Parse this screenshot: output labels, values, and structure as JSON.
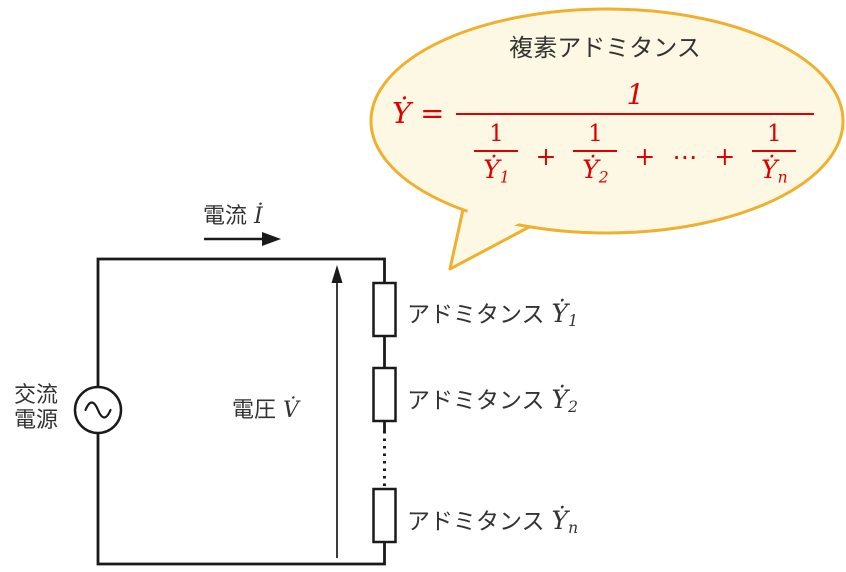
{
  "colors": {
    "line": "#1a1a1a",
    "text": "#333333",
    "formula_red": "#dd0000",
    "bubble_fill": "#fdf8e3",
    "bubble_border": "#f0b02f"
  },
  "source": {
    "line1": "交流",
    "line2": "電源"
  },
  "current": {
    "label": "電流",
    "symbol": "İ"
  },
  "voltage": {
    "label": "電圧",
    "symbol": "V̇"
  },
  "admittances": [
    {
      "label": "アドミタンス",
      "symbol": "Ẏ",
      "sub": "1"
    },
    {
      "label": "アドミタンス",
      "symbol": "Ẏ",
      "sub": "2"
    },
    {
      "label": "アドミタンス",
      "symbol": "Ẏ",
      "sub": "n"
    }
  ],
  "bubble": {
    "title": "複素アドミタンス",
    "formula": {
      "lhs": "Ẏ",
      "eq": "=",
      "numerator": "1",
      "plus": "+",
      "cdots": "⋯",
      "terms": [
        {
          "num": "1",
          "den": "Ẏ",
          "sub": "1"
        },
        {
          "num": "1",
          "den": "Ẏ",
          "sub": "2"
        },
        {
          "num": "1",
          "den": "Ẏ",
          "sub": "n"
        }
      ]
    }
  }
}
